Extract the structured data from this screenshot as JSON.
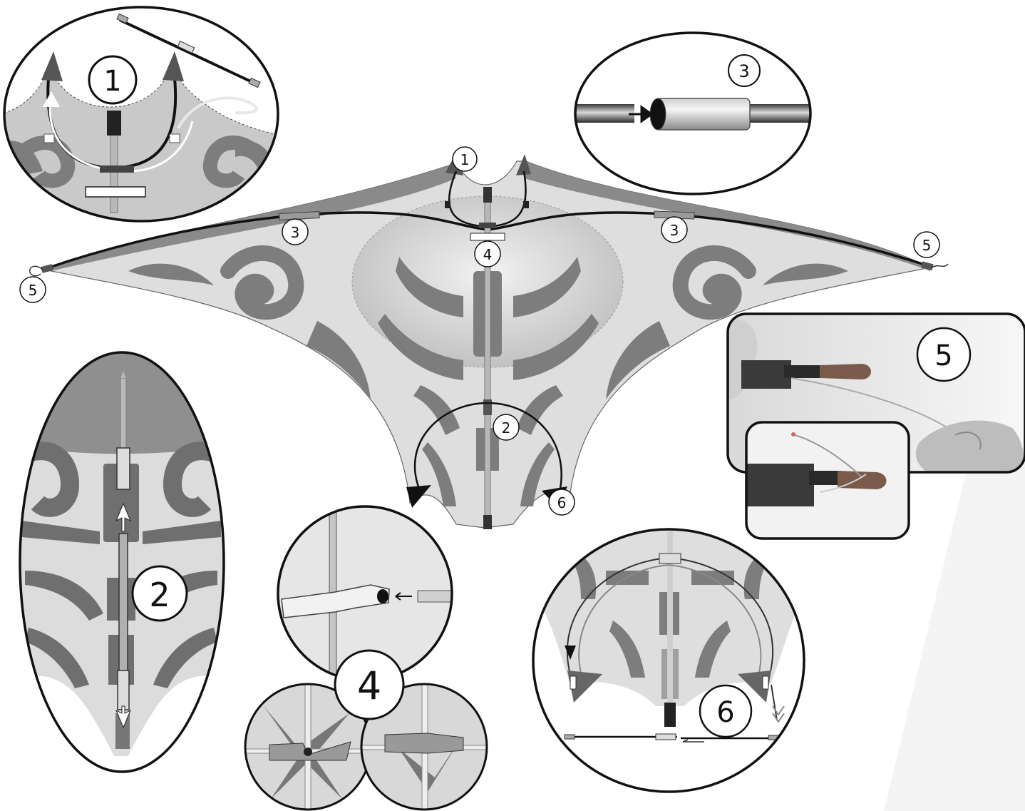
{
  "colors": {
    "sail_light": "#e3e3e3",
    "sail_mid": "#c8c8c8",
    "pattern_dark": "#7a7a7a",
    "edge_dark": "#5e5e5e",
    "spar": "#b5b5b5",
    "line": "#111111",
    "background": "#ffffff"
  },
  "step_labels": {
    "s1_small": "1",
    "s1_big": "1",
    "s2_small": "2",
    "s2_big": "2",
    "s3_left": "3",
    "s3_right": "3",
    "s3_detail": "3",
    "s4_small": "4",
    "s4_big": "4",
    "s5_left": "5",
    "s5_right": "5",
    "s5_detail": "5",
    "s6_small": "6",
    "s6_big": "6"
  },
  "icons": [
    "arrow-icon",
    "connector-icon",
    "end-cap-icon",
    "hand-icon"
  ]
}
